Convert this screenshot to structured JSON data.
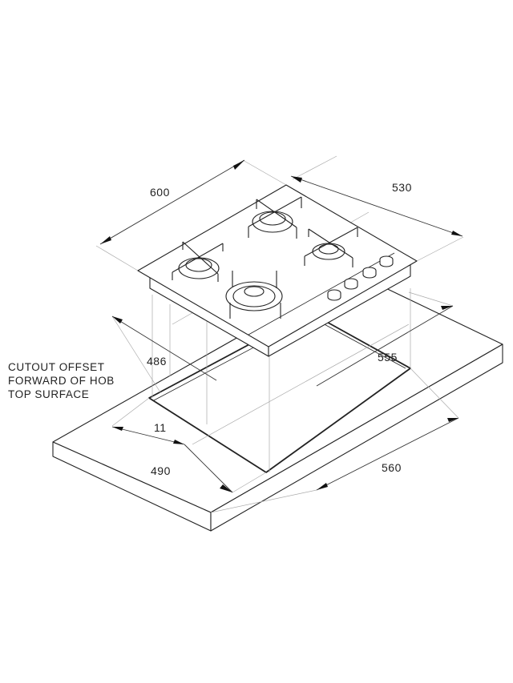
{
  "dimensions": {
    "hob_width": "600",
    "hob_depth": "530",
    "cutout_depth": "486",
    "cutout_width": "555",
    "offset": "11",
    "min_depth": "490",
    "worktop_width": "560"
  },
  "note": {
    "lines": [
      "CUTOUT OFFSET",
      "FORWARD OF HOB",
      "TOP SURFACE"
    ]
  }
}
